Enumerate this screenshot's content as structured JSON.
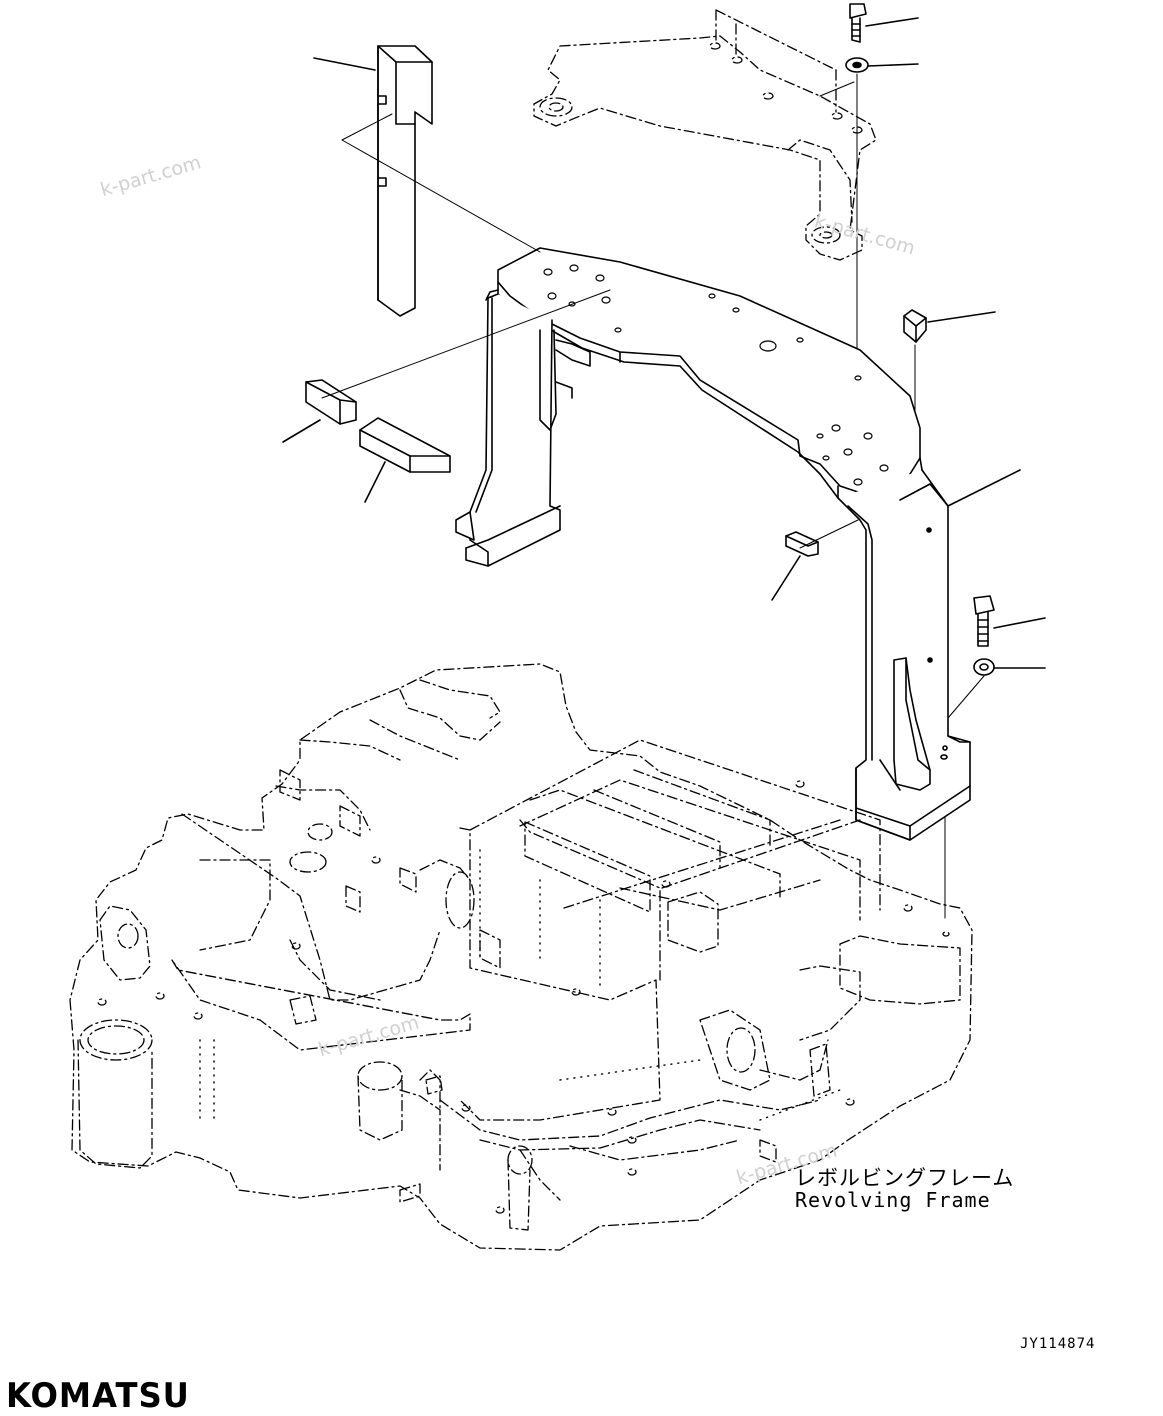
{
  "labels": {
    "revolving_frame_jp": "レボルビングフレーム",
    "revolving_frame_en": "Revolving Frame",
    "drawing_code": "JY114874"
  },
  "watermark": {
    "text": "k-part.com"
  },
  "logo": {
    "text": "KOMATSU"
  },
  "colors": {
    "line": "#000000",
    "watermark": "#d0d0d0",
    "background": "#ffffff"
  }
}
